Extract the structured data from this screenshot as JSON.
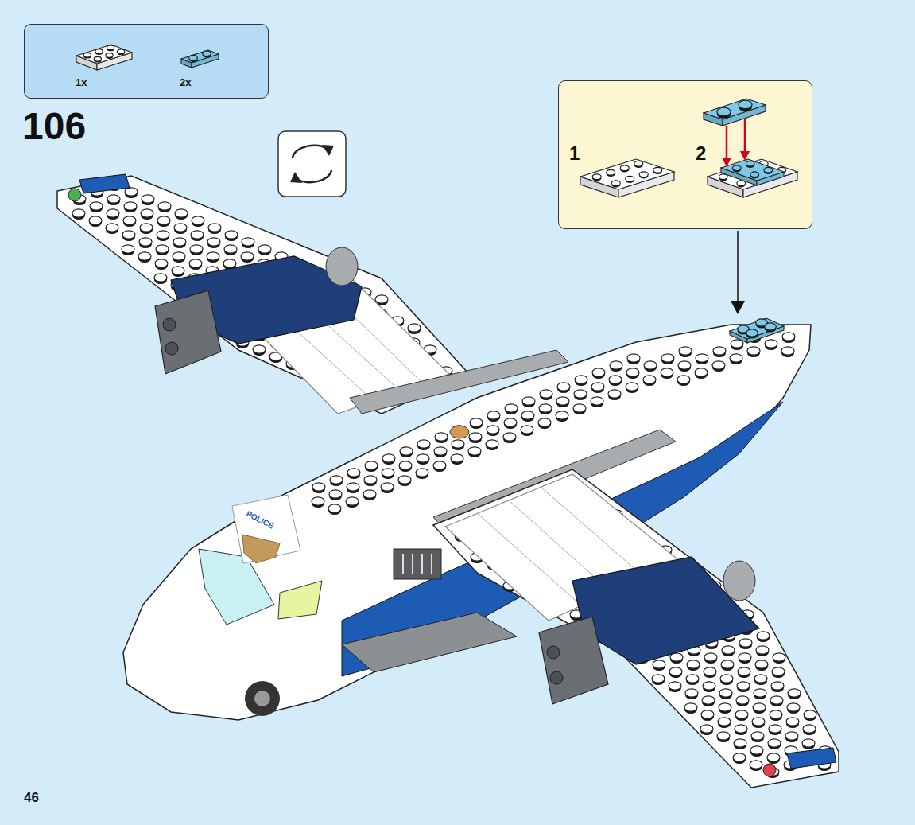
{
  "diagram": {
    "nodes": [
      {
        "text": [
          "1x",
          "2x"
        ]
      },
      {
        "text": [
          "1",
          "2"
        ]
      }
    ],
    "labels": [
      "106",
      "POLICE",
      "46"
    ]
  }
}
